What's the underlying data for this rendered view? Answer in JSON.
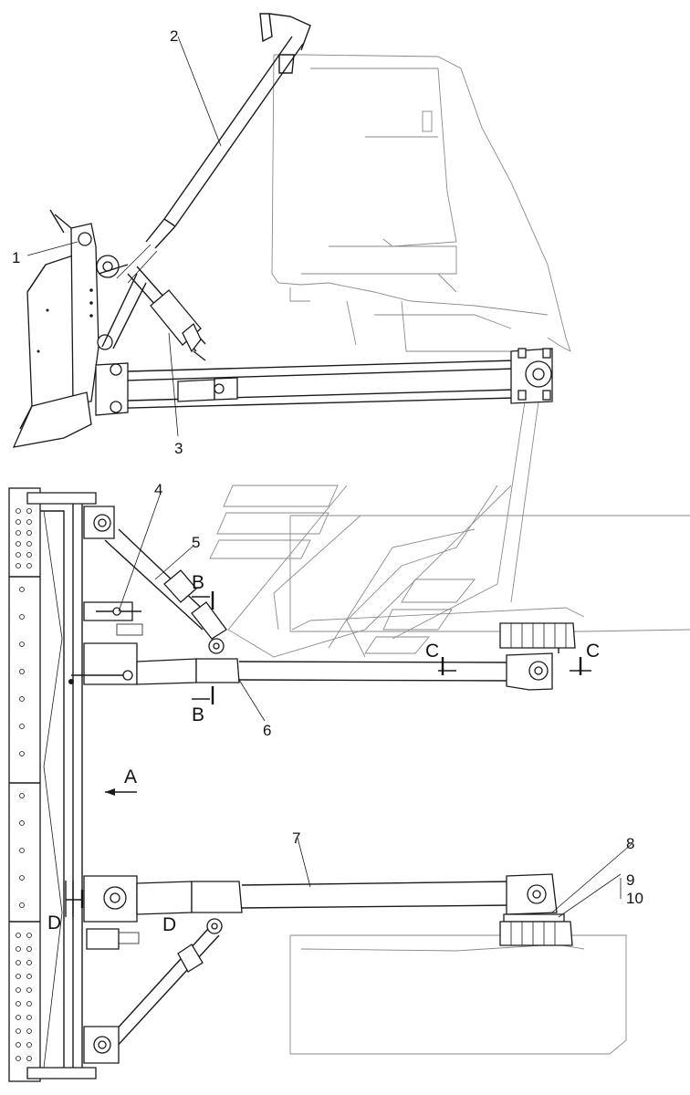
{
  "callouts": {
    "c1": "1",
    "c2": "2",
    "c3": "3",
    "c4": "4",
    "c5": "5",
    "c6": "6",
    "c7": "7",
    "c8": "8",
    "c9": "9",
    "c10": "10"
  },
  "views": {
    "a": "A",
    "b_top": "B",
    "b_bottom": "B",
    "c_left": "C",
    "c_right": "C",
    "d_left": "D",
    "d_right": "D"
  },
  "colors": {
    "line": "#1a1a1a",
    "light_line": "#8a8a8a",
    "background": "#ffffff"
  }
}
